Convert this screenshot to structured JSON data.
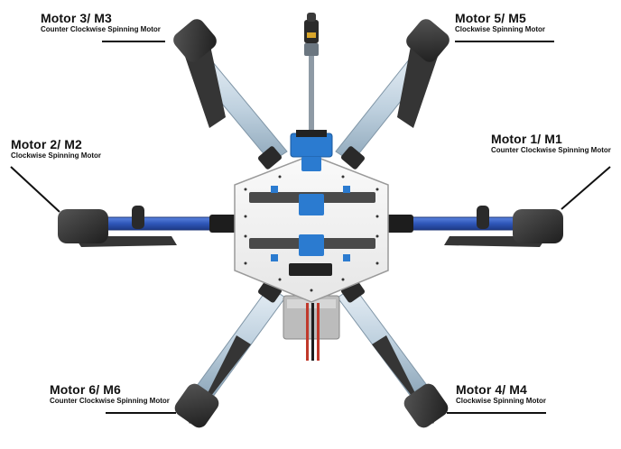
{
  "motors": {
    "m3": {
      "title": "Motor 3/ M3",
      "rotation": "Counter Clockwise Spinning Motor"
    },
    "m5": {
      "title": "Motor 5/ M5",
      "rotation": "Clockwise Spinning Motor"
    },
    "m2": {
      "title": "Motor 2/ M2",
      "rotation": "Clockwise Spinning Motor"
    },
    "m1": {
      "title": "Motor 1/ M1",
      "rotation": "Counter Clockwise Spinning Motor"
    },
    "m6": {
      "title": "Motor 6/ M6",
      "rotation": "Counter Clockwise Spinning Motor"
    },
    "m4": {
      "title": "Motor 4/ M4",
      "rotation": "Clockwise Spinning Motor"
    }
  },
  "colors": {
    "frame_plate": "#f4f4f4",
    "arm": "#cfdde8",
    "arm_dark": "#9fb6c8",
    "arm_blue": "#2f56b8",
    "motor_pod": "#2b2b2b",
    "prop": "#3a3a3a",
    "accent_blue": "#2b7bd0",
    "rail": "#4a4a4a"
  }
}
